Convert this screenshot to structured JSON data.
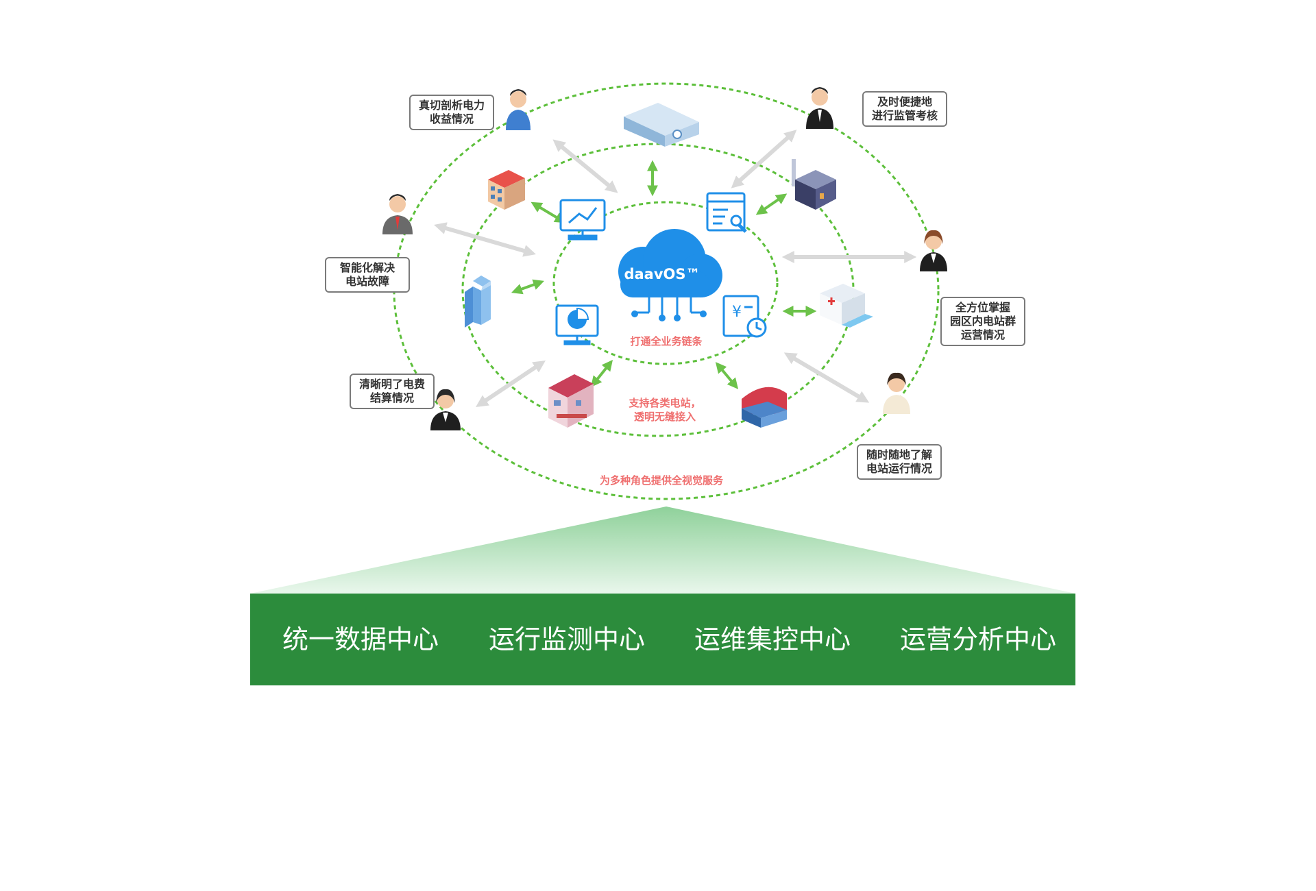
{
  "cloud": {
    "name": "daavOS™"
  },
  "ring_captions": {
    "inner": "打通全业务链条",
    "middle": [
      "支持各类电站，",
      "透明无缝接入"
    ],
    "outer": "为多种角色提供全视觉服务"
  },
  "roles": [
    {
      "id": "top-left",
      "lines": [
        "真切剖析电力",
        "收益情况"
      ]
    },
    {
      "id": "top-right",
      "lines": [
        "及时便捷地",
        "进行监管考核"
      ]
    },
    {
      "id": "left",
      "lines": [
        "智能化解决",
        "电站故障"
      ]
    },
    {
      "id": "right",
      "lines": [
        "全方位掌握",
        "园区内电站群",
        "运营情况"
      ]
    },
    {
      "id": "bottom-left",
      "lines": [
        "清晰明了电费",
        "结算情况"
      ]
    },
    {
      "id": "bottom-right",
      "lines": [
        "随时随地了解",
        "电站运行情况"
      ]
    }
  ],
  "centers": [
    "统一数据中心",
    "运行监测中心",
    "运维集控中心",
    "运营分析中心"
  ],
  "colors": {
    "ring_green": "#5cbf3a",
    "bar_green": "#2c8c3c",
    "cloud_blue": "#1f8fe8",
    "caption_red": "#ef6f6f",
    "arrow_gray": "#d9d9d9"
  }
}
